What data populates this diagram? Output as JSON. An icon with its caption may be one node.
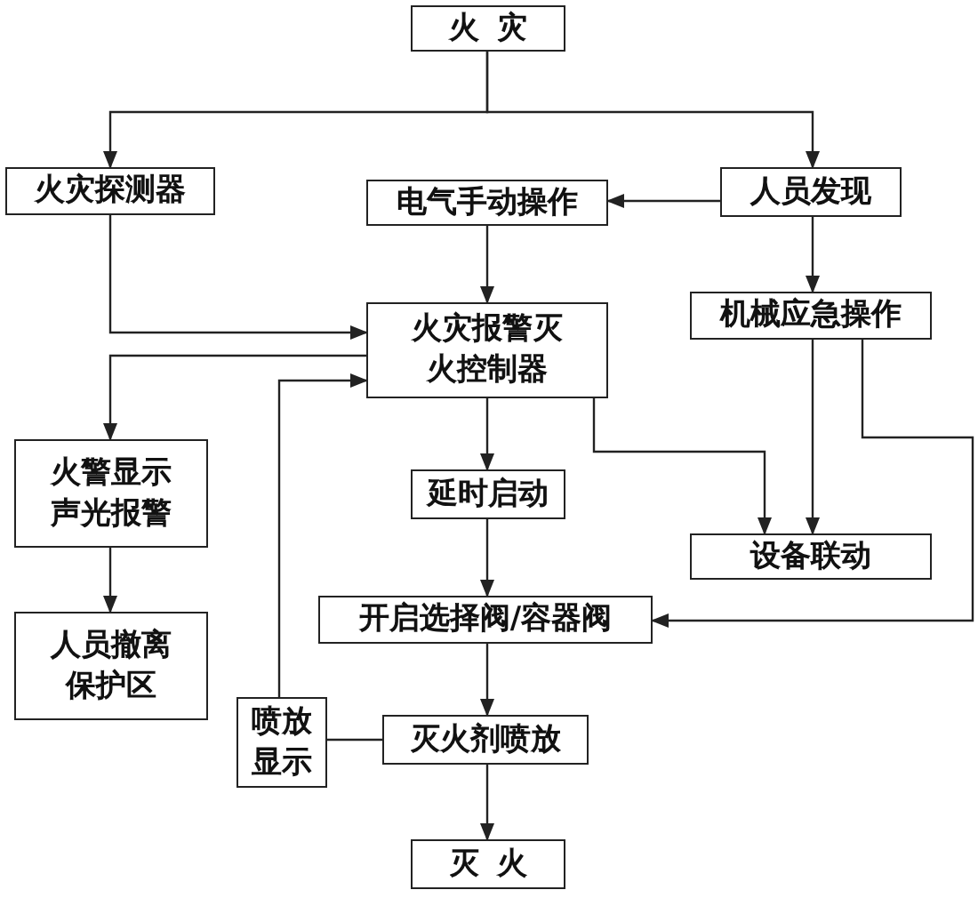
{
  "diagram": {
    "nodes": [
      {
        "text": [
          "火灾"
        ]
      },
      {
        "text": [
          "火灾探测器"
        ]
      },
      {
        "text": [
          "电气手动操作"
        ]
      },
      {
        "text": [
          "人员发现"
        ]
      },
      {
        "text": [
          "火灾报警灭火控制器"
        ]
      },
      {
        "text": [
          "机械应急操作"
        ]
      },
      {
        "text": [
          "火警显示声光报警"
        ]
      },
      {
        "text": [
          "延时启动"
        ]
      },
      {
        "text": [
          "设备联动"
        ]
      },
      {
        "text": [
          "人员撤离保护区"
        ]
      },
      {
        "text": [
          "开启选择阀/容器阀"
        ]
      },
      {
        "text": [
          "喷放显示"
        ]
      },
      {
        "text": [
          "灭火剂喷放"
        ]
      },
      {
        "text": [
          "灭火"
        ]
      }
    ],
    "edges": [
      {
        "from": 0,
        "to": 1,
        "arrow": "to"
      },
      {
        "from": 0,
        "to": 3,
        "arrow": "to"
      },
      {
        "from": 3,
        "to": 2,
        "arrow": "to"
      },
      {
        "from": 1,
        "to": 4,
        "arrow": "to"
      },
      {
        "from": 2,
        "to": 4,
        "arrow": "to"
      },
      {
        "from": 4,
        "to": 6,
        "arrow": "to"
      },
      {
        "from": 3,
        "to": 5,
        "arrow": "to"
      },
      {
        "from": 11,
        "to": 4,
        "arrow": "to"
      },
      {
        "from": 4,
        "to": 7,
        "arrow": "to"
      },
      {
        "from": 4,
        "to": 8,
        "arrow": "to"
      },
      {
        "from": 5,
        "to": 8,
        "arrow": "to"
      },
      {
        "from": 5,
        "to": 10,
        "arrow": "to"
      },
      {
        "from": 7,
        "to": 10,
        "arrow": "to"
      },
      {
        "from": 6,
        "to": 9,
        "arrow": "to"
      },
      {
        "from": 10,
        "to": 12,
        "arrow": "to"
      },
      {
        "from": 12,
        "to": 11,
        "arrow": "none"
      },
      {
        "from": 12,
        "to": 13,
        "arrow": "to"
      }
    ]
  }
}
